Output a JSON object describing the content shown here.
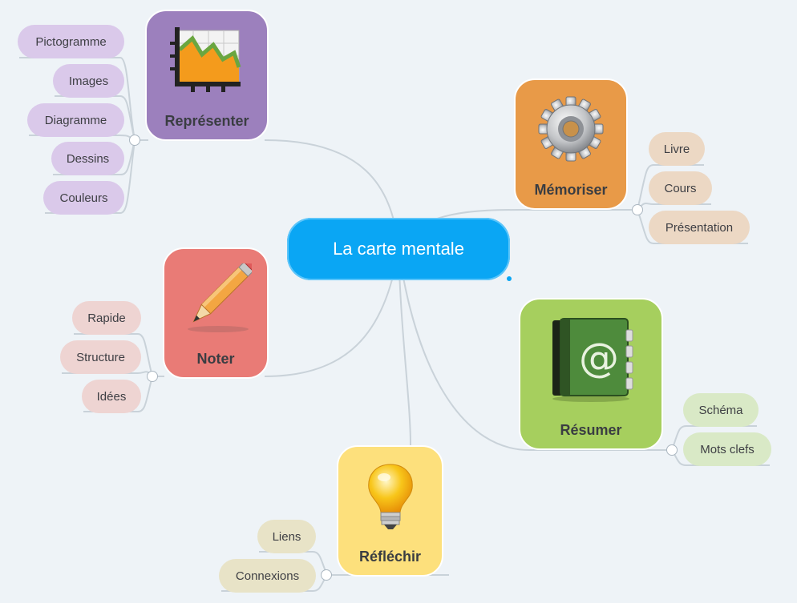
{
  "root": {
    "title": "La carte mentale"
  },
  "topics": {
    "representer": {
      "label": "Représenter",
      "color": "#9c80bd",
      "icon": "chart-icon",
      "leaves": [
        "Pictogramme",
        "Images",
        "Diagramme",
        "Dessins",
        "Couleurs"
      ],
      "leaf_color": "#dac9ea"
    },
    "memoriser": {
      "label": "Mémoriser",
      "color": "#e89a48",
      "icon": "gear-icon",
      "leaves": [
        "Livre",
        "Cours",
        "Présentation"
      ],
      "leaf_color": "#ecd8c4"
    },
    "noter": {
      "label": "Noter",
      "color": "#e97b76",
      "icon": "pencil-icon",
      "leaves": [
        "Rapide",
        "Structure",
        "Idées"
      ],
      "leaf_color": "#eed4d2"
    },
    "resumer": {
      "label": "Résumer",
      "color": "#a6cf5e",
      "icon": "address-book-icon",
      "leaves": [
        "Schéma",
        "Mots clefs"
      ],
      "leaf_color": "#d9e9c6"
    },
    "reflechir": {
      "label": "Réfléchir",
      "color": "#fde07c",
      "icon": "lightbulb-icon",
      "leaves": [
        "Liens",
        "Connexions"
      ],
      "leaf_color": "#e8e3c7"
    }
  }
}
